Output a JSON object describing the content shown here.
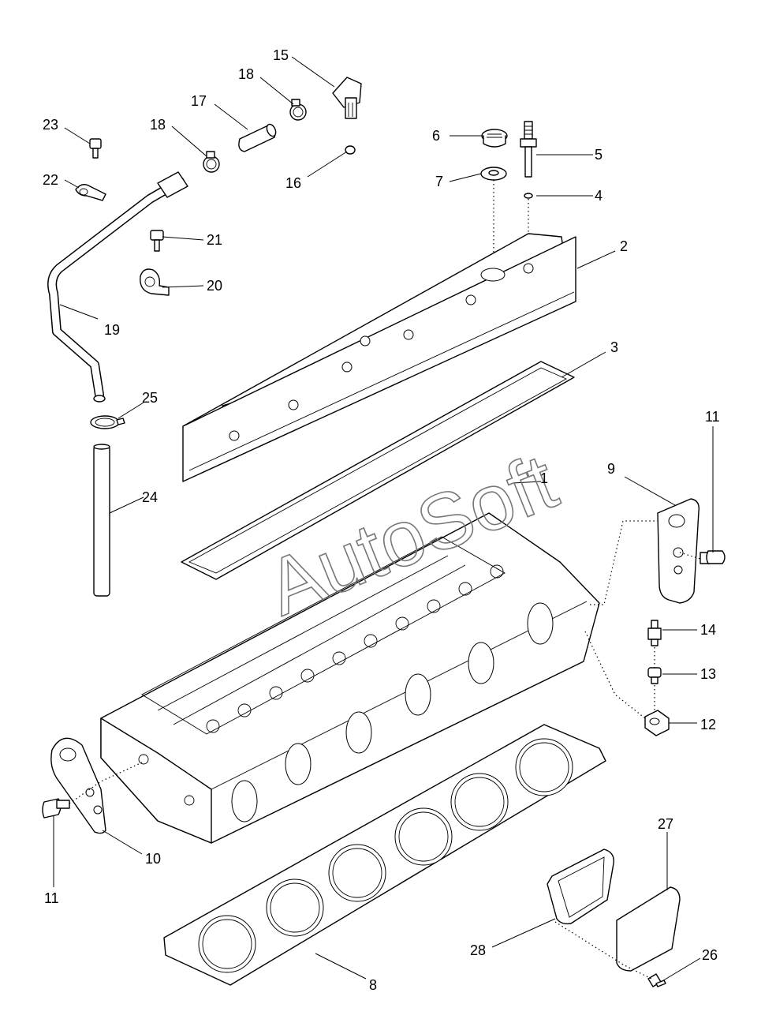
{
  "watermark": "AutoSoft",
  "callouts": {
    "c1": "1",
    "c2": "2",
    "c3": "3",
    "c4": "4",
    "c5": "5",
    "c6": "6",
    "c7": "7",
    "c8": "8",
    "c9": "9",
    "c10": "10",
    "c11a": "11",
    "c11b": "11",
    "c12": "12",
    "c13": "13",
    "c14": "14",
    "c15": "15",
    "c16": "16",
    "c17": "17",
    "c18a": "18",
    "c18b": "18",
    "c19": "19",
    "c20": "20",
    "c21": "21",
    "c22": "22",
    "c23": "23",
    "c24": "24",
    "c25": "25",
    "c26": "26",
    "c27": "27",
    "c28": "28"
  }
}
